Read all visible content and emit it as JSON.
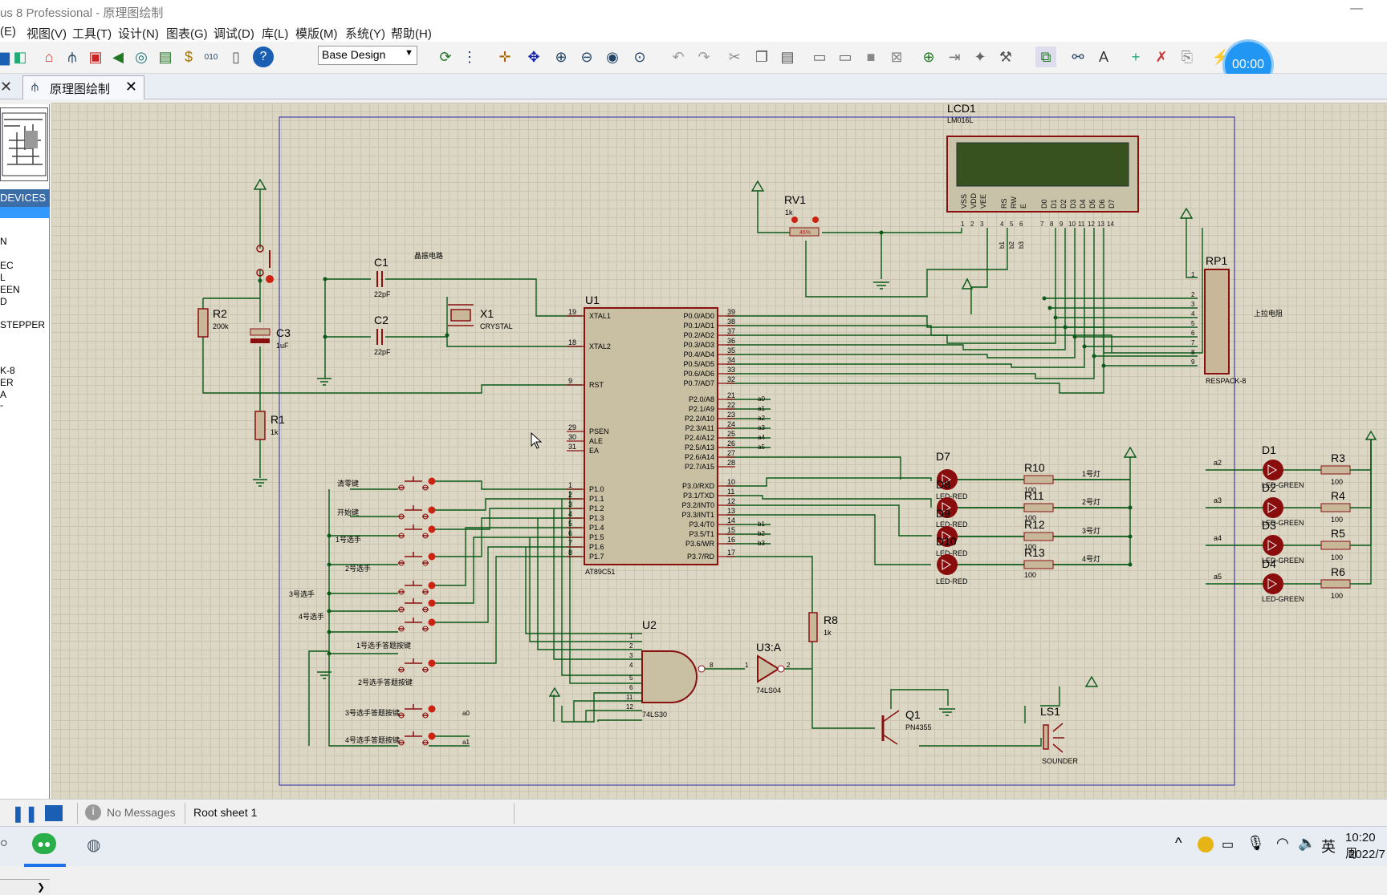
{
  "window": {
    "title": "us 8 Professional - 原理图绘制"
  },
  "menu": [
    "(E)",
    "视图(V)",
    "工具(T)",
    "设计(N)",
    "图表(G)",
    "调试(D)",
    "库(L)",
    "模版(M)",
    "系统(Y)",
    "帮助(H)"
  ],
  "toolbar": {
    "design_select": "Base Design"
  },
  "timer": "00:00",
  "tab": {
    "label": "原理图绘制"
  },
  "devices": {
    "header": "DEVICES",
    "items": [
      "N",
      "EC",
      "L",
      "EEN",
      "D",
      "STEPPER",
      "K-8",
      "ER",
      "A",
      "-"
    ]
  },
  "status": {
    "messages": "No Messages",
    "sheet": "Root sheet 1"
  },
  "tray": {
    "ime": "英",
    "time": "10:20 周",
    "date": "2022/7"
  },
  "schematic": {
    "lcd": {
      "ref": "LCD1",
      "part": "LM016L",
      "pins": [
        "VSS",
        "VDD",
        "VEE",
        "RS",
        "RW",
        "E",
        "D0",
        "D1",
        "D2",
        "D3",
        "D4",
        "D5",
        "D6",
        "D7"
      ],
      "nums": [
        "1",
        "2",
        "3",
        "4",
        "5",
        "6",
        "7",
        "8",
        "9",
        "10",
        "11",
        "12",
        "13",
        "14"
      ]
    },
    "rv1": {
      "ref": "RV1",
      "val": "1k",
      "pct": "46%"
    },
    "rp1": {
      "ref": "RP1",
      "part": "RESPACK-8",
      "note": "上拉电阻",
      "nums": [
        "1",
        "2",
        "3",
        "4",
        "5",
        "6",
        "7",
        "8",
        "9"
      ]
    },
    "crystal_note": "晶振电路",
    "c1": {
      "ref": "C1",
      "val": "22pF"
    },
    "c2": {
      "ref": "C2",
      "val": "22pF"
    },
    "x1": {
      "ref": "X1",
      "part": "CRYSTAL"
    },
    "r2": {
      "ref": "R2",
      "val": "200k"
    },
    "c3": {
      "ref": "C3",
      "val": "1uF"
    },
    "r1": {
      "ref": "R1",
      "val": "1k"
    },
    "u1": {
      "ref": "U1",
      "part": "AT89C51",
      "left_pins": [
        [
          "19",
          "XTAL1"
        ],
        [
          "18",
          "XTAL2"
        ],
        [
          "9",
          "RST"
        ],
        [
          "29",
          "PSEN"
        ],
        [
          "30",
          "ALE"
        ],
        [
          "31",
          "EA"
        ],
        [
          "1",
          "P1.0"
        ],
        [
          "2",
          "P1.1"
        ],
        [
          "3",
          "P1.2"
        ],
        [
          "4",
          "P1.3"
        ],
        [
          "5",
          "P1.4"
        ],
        [
          "6",
          "P1.5"
        ],
        [
          "7",
          "P1.6"
        ],
        [
          "8",
          "P1.7"
        ]
      ],
      "right_pins": [
        [
          "39",
          "P0.0/AD0"
        ],
        [
          "38",
          "P0.1/AD1"
        ],
        [
          "37",
          "P0.2/AD2"
        ],
        [
          "36",
          "P0.3/AD3"
        ],
        [
          "35",
          "P0.4/AD4"
        ],
        [
          "34",
          "P0.5/AD5"
        ],
        [
          "33",
          "P0.6/AD6"
        ],
        [
          "32",
          "P0.7/AD7"
        ],
        [
          "21",
          "P2.0/A8"
        ],
        [
          "22",
          "P2.1/A9"
        ],
        [
          "23",
          "P2.2/A10"
        ],
        [
          "24",
          "P2.3/A11"
        ],
        [
          "25",
          "P2.4/A12"
        ],
        [
          "26",
          "P2.5/A13"
        ],
        [
          "27",
          "P2.6/A14"
        ],
        [
          "28",
          "P2.7/A15"
        ],
        [
          "10",
          "P3.0/RXD"
        ],
        [
          "11",
          "P3.1/TXD"
        ],
        [
          "12",
          "P3.2/INT0"
        ],
        [
          "13",
          "P3.3/INT1"
        ],
        [
          "14",
          "P3.4/T0"
        ],
        [
          "15",
          "P3.5/T1"
        ],
        [
          "16",
          "P3.6/WR"
        ],
        [
          "17",
          "P3.7/RD"
        ]
      ]
    },
    "p2_labels": [
      "a0",
      "a1",
      "a2",
      "a3",
      "a4",
      "a5"
    ],
    "p3_labels": [
      "b1",
      "b2",
      "b3"
    ],
    "buttons": [
      "清零键",
      "开始键",
      "1号选手",
      "2号选手",
      "3号选手",
      "4号选手",
      "1号选手答题按键",
      "2号选手答题按键",
      "3号选手答题按键",
      "4号选手答题按键"
    ],
    "btn_nets": [
      "a0",
      "a1"
    ],
    "u2": {
      "ref": "U2",
      "part": "74LS30",
      "pins": [
        "1",
        "2",
        "3",
        "4",
        "5",
        "6",
        "11",
        "12"
      ],
      "out": "8"
    },
    "u3": {
      "ref": "U3:A",
      "part": "74LS04",
      "pin_in": "1",
      "pin_out": "2"
    },
    "r8": {
      "ref": "R8",
      "val": "1k"
    },
    "q1": {
      "ref": "Q1",
      "part": "PN4355"
    },
    "ls1": {
      "ref": "LS1",
      "part": "SOUNDER"
    },
    "red_leds": [
      {
        "ref": "D7",
        "part": "LED-RED"
      },
      {
        "ref": "D8",
        "part": "LED-RED"
      },
      {
        "ref": "D9",
        "part": "LED-RED"
      },
      {
        "ref": "D10",
        "part": "LED-RED"
      }
    ],
    "red_res": [
      {
        "ref": "R10",
        "val": "100",
        "lamp": "1号灯"
      },
      {
        "ref": "R11",
        "val": "100",
        "lamp": "2号灯"
      },
      {
        "ref": "R12",
        "val": "100",
        "lamp": "3号灯"
      },
      {
        "ref": "R13",
        "val": "100",
        "lamp": "4号灯"
      }
    ],
    "green_leds": [
      {
        "ref": "D1",
        "part": "LED-GREEN",
        "net": "a2"
      },
      {
        "ref": "D2",
        "part": "LED-GREEN",
        "net": "a3"
      },
      {
        "ref": "D3",
        "part": "LED-GREEN",
        "net": "a4"
      },
      {
        "ref": "D4",
        "part": "LED-GREEN",
        "net": "a5"
      }
    ],
    "green_res": [
      {
        "ref": "R3",
        "val": "100"
      },
      {
        "ref": "R4",
        "val": "100"
      },
      {
        "ref": "R5",
        "val": "100"
      },
      {
        "ref": "R6",
        "val": "100"
      }
    ]
  }
}
